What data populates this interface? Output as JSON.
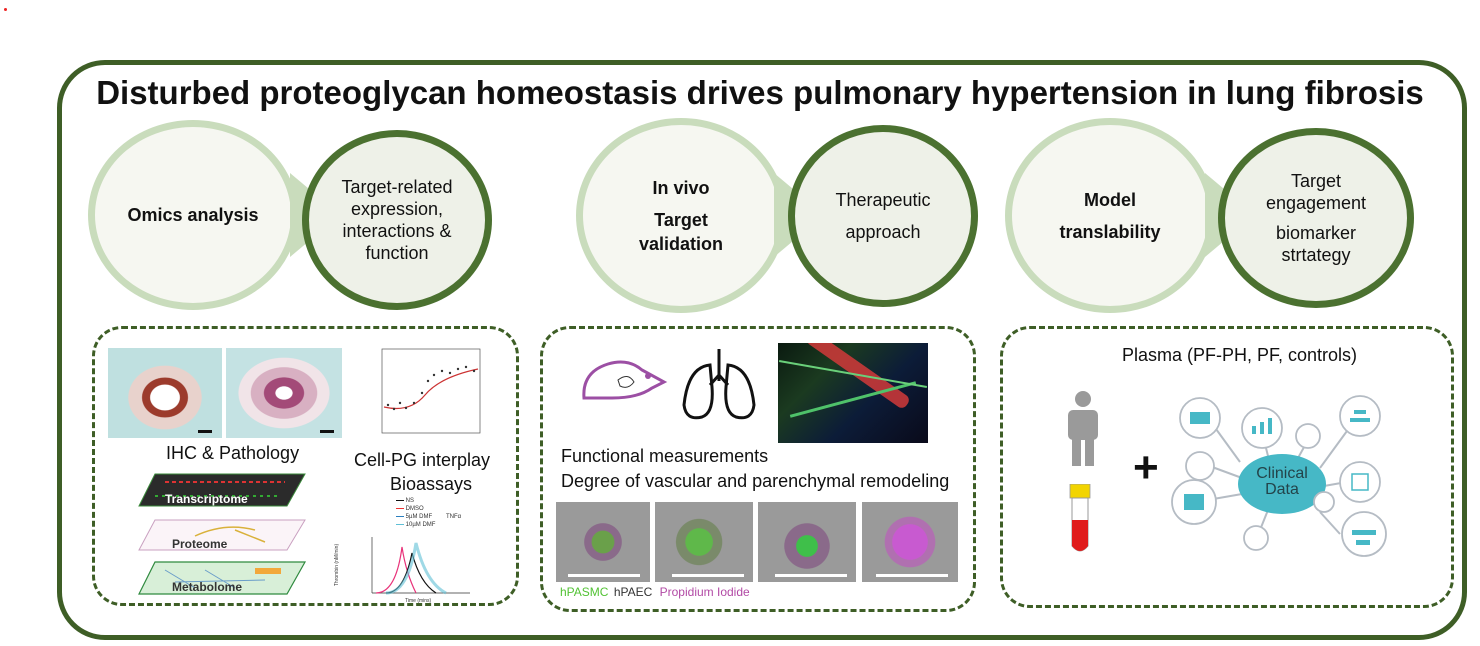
{
  "title": "Disturbed proteoglycan homeostasis drives pulmonary hypertension in lung fibrosis",
  "stages": [
    {
      "light_lines": [
        "Omics analysis"
      ],
      "dark_lines": [
        "Target-related",
        "expression,",
        "interactions  &",
        "function"
      ]
    },
    {
      "light_lines": [
        "In vivo",
        "Target",
        "validation"
      ],
      "dark_lines": [
        "Therapeutic",
        "approach"
      ]
    },
    {
      "light_lines": [
        "Model",
        "translability"
      ],
      "dark_lines": [
        "Target",
        "engagement",
        "biomarker",
        "strtategy"
      ]
    }
  ],
  "panel1": {
    "ihc_label": "IHC & Pathology",
    "cellpg_label": "Cell-PG interplay",
    "bioassays_label": "Bioassays",
    "omics_layers": [
      "Transcriptome",
      "Proteome",
      "Metabolome"
    ],
    "legend": [
      "NS",
      "DMSO",
      "5µM DMF",
      "10µM DMF"
    ],
    "legend_group": "TNFα",
    "ylabel": "Thrombin (nM/min)",
    "xlabel": "Time (mins)"
  },
  "panel2": {
    "line1": "Functional measurements",
    "line2": "Degree of vascular and parenchymal remodeling",
    "stain_labels": [
      "hPASMC",
      "hPAEC",
      "Propidium Iodide"
    ],
    "stain_colors": [
      "#52c234",
      "#333333",
      "#b24aa5"
    ]
  },
  "panel3": {
    "plasma_label": "Plasma (PF-PH, PF, controls)",
    "plus": "+",
    "hub_line1": "Clinical",
    "hub_line2": "Data"
  },
  "colors": {
    "frame": "#3e5e26",
    "light_ring": "#c9dcbc",
    "dark_ring": "#4b7130",
    "hub": "#46b8c6"
  }
}
